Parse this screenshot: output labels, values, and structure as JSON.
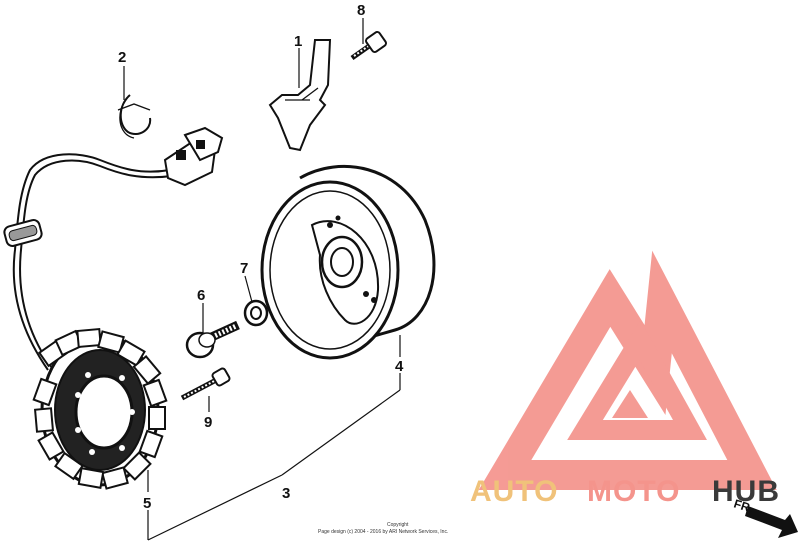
{
  "part_labels": {
    "p1": "1",
    "p2": "2",
    "p3": "3",
    "p4": "4",
    "p5": "5",
    "p6": "6",
    "p7": "7",
    "p8": "8",
    "p9": "9"
  },
  "watermark": {
    "brand_auto": "AUTO",
    "brand_moto": "MOTO",
    "brand_hub": "HUB",
    "colors": {
      "auto": "#f0c27a",
      "moto": "#f4948c",
      "hub": "#3a3a3a",
      "logo": "#f38a82"
    }
  },
  "fr_arrow": {
    "label": "FR."
  },
  "copyright": {
    "line1": "Copyright",
    "line2": "Page design (c) 2004 - 2016 by ARI Network Services, Inc."
  }
}
